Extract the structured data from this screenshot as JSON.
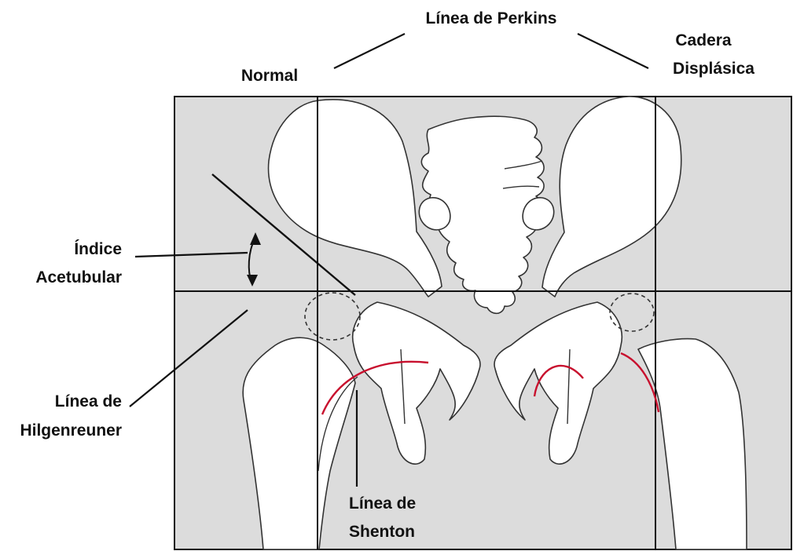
{
  "labels": {
    "perkins": "Línea de Perkins",
    "normal": "Normal",
    "dysplastic_line1": "Cadera",
    "dysplastic_line2": "Displásica",
    "acetabular_line1": "Índice",
    "acetabular_line2": "Acetubular",
    "hilgenreiner_line1": "Línea de",
    "hilgenreiner_line2": "Hilgenreuner",
    "shenton_line1": "Línea de",
    "shenton_line2": "Shenton"
  },
  "colors": {
    "panel": "#dcdcdc",
    "bone": "#ffffff",
    "outline": "#333333",
    "guide": "#111111",
    "shenton": "#c8102e"
  }
}
